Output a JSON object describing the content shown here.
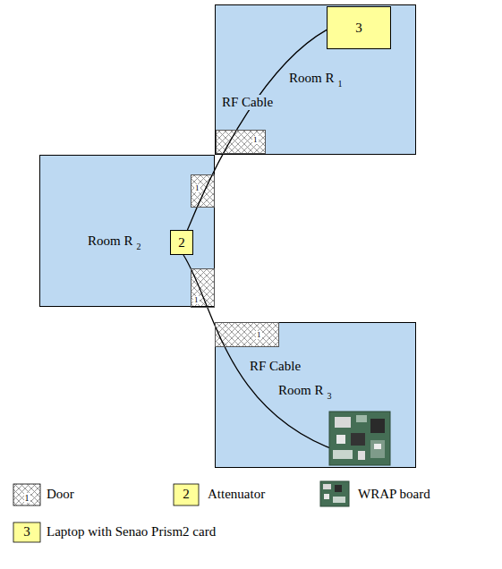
{
  "diagram": {
    "nodes": [
      {
        "text": [
          "Room R",
          "1"
        ]
      },
      {
        "text": [
          "3"
        ],
        "in": 0
      },
      {
        "text": [
          "1"
        ],
        "in": 0
      },
      {
        "text": [
          "Room R",
          "2"
        ]
      },
      {
        "text": [
          "1"
        ],
        "in": 3
      },
      {
        "text": [
          "2"
        ],
        "in": 3
      },
      {
        "text": [
          "1"
        ],
        "in": 3
      },
      {
        "text": [
          "Room R",
          "3"
        ]
      },
      {
        "text": [
          "1"
        ],
        "in": 7
      }
    ],
    "edges": [
      {
        "from": 1,
        "to": 5,
        "arrow": "none",
        "label": "RF Cable"
      }
    ],
    "labels": [
      "RF Cable",
      "1",
      "2",
      "3"
    ],
    "legend": [
      {
        "text": "Door"
      },
      {
        "text": "Attenuator"
      },
      {
        "text": "WRAP board"
      },
      {
        "text": "Laptop with Senao Prism2 card"
      }
    ]
  }
}
